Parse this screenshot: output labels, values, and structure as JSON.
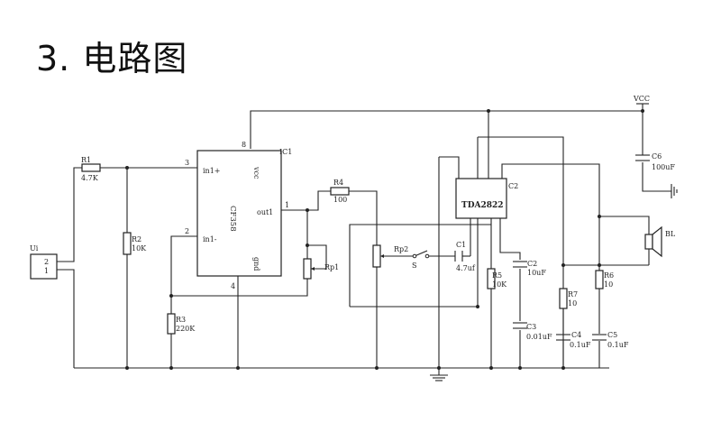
{
  "title": "3. 电路图",
  "colors": {
    "ink": "#222222",
    "background": "#ffffff"
  },
  "schematic": {
    "u_in": {
      "ref": "Ui",
      "pin_top": "2",
      "pin_bottom": "1"
    },
    "ic1": {
      "ref": "IC1",
      "part": "CF358",
      "pins": {
        "in_plus": "in1+",
        "in_minus": "in1-",
        "out": "out1",
        "vcc": "vcc",
        "gnd": "gnd"
      },
      "pin_numbers": {
        "in_plus": "3",
        "in_minus": "2",
        "out": "1",
        "vcc": "8",
        "gnd": "4"
      }
    },
    "ic2": {
      "ref": "C2",
      "part": "TDA2822"
    },
    "r1": {
      "ref": "R1",
      "value": "4.7K"
    },
    "r2": {
      "ref": "R2",
      "value": "10K"
    },
    "r3": {
      "ref": "R3",
      "value": "220K"
    },
    "r4": {
      "ref": "R4",
      "value": "100"
    },
    "r5": {
      "ref": "R5",
      "value": "10K"
    },
    "r6": {
      "ref": "R6",
      "value": "10"
    },
    "r7": {
      "ref": "R7",
      "value": "10"
    },
    "rp1": {
      "ref": "Rp1"
    },
    "rp2": {
      "ref": "Rp2"
    },
    "switch": {
      "ref": "S"
    },
    "c1": {
      "ref": "C1",
      "value": "4.7uf"
    },
    "c2": {
      "ref": "C2",
      "value": "10uF"
    },
    "c3": {
      "ref": "C3",
      "value": "0.01uF"
    },
    "c4": {
      "ref": "C4",
      "value": "0.1uF"
    },
    "c5": {
      "ref": "C5",
      "value": "0.1uF"
    },
    "c6": {
      "ref": "C6",
      "value": "100uF"
    },
    "vcc": "VCC",
    "speaker": {
      "ref": "BL"
    }
  }
}
